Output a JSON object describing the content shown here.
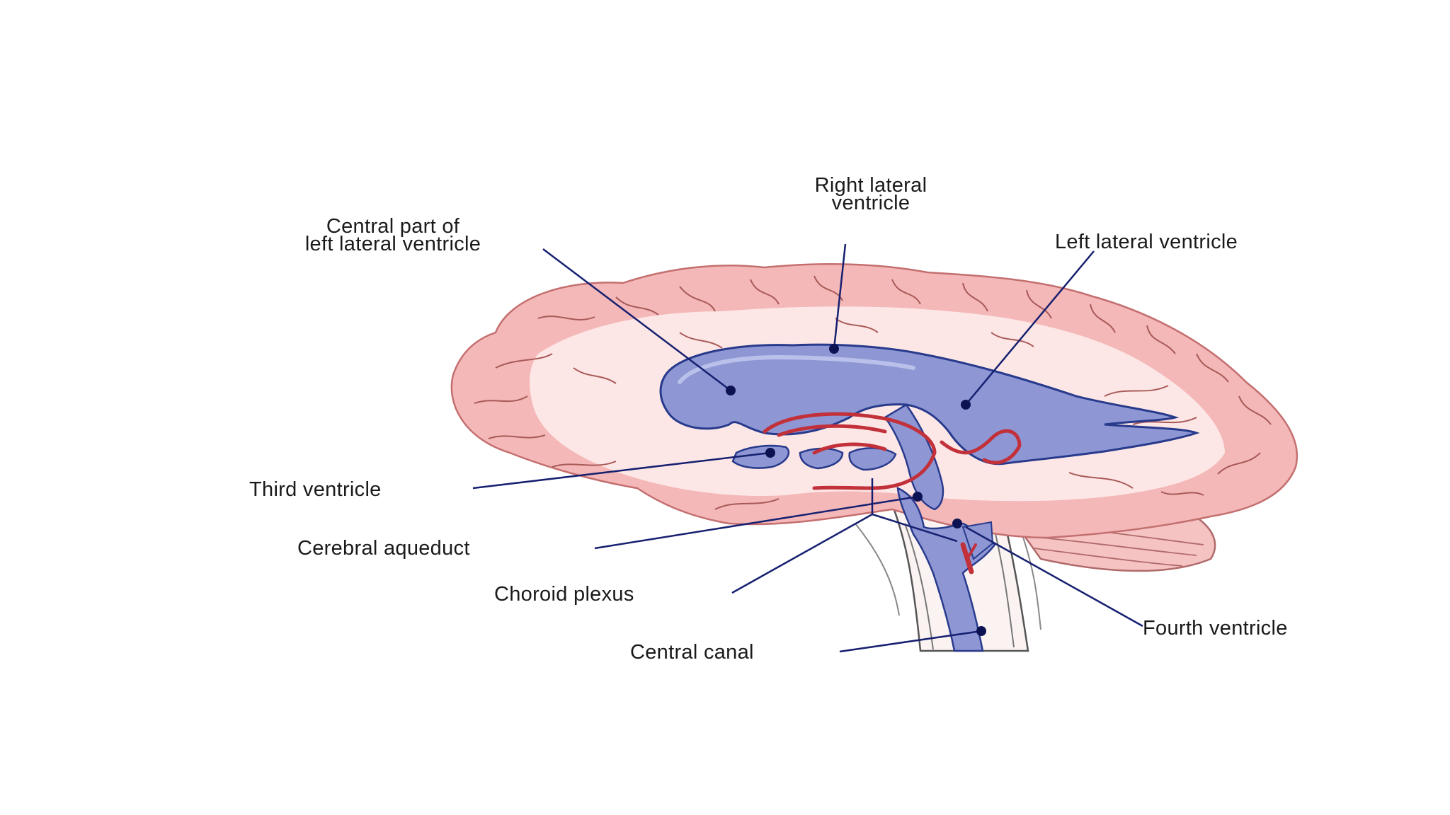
{
  "colors": {
    "background": "#ffffff",
    "brain_cortex": "#f4b8b8",
    "brain_gyri_lines": "#b0706e",
    "brain_inner": "#fde7e6",
    "ventricle_fill": "#8e97d4",
    "ventricle_outline": "#283a8c",
    "choroid_plexus": "#c2303a",
    "leader_line": "#162070",
    "marker_dot": "#0d1252"
  },
  "labels": {
    "right_lateral": [
      "Right lateral",
      "ventricle"
    ],
    "central_part": [
      "Central part of",
      "left lateral ventricle"
    ],
    "left_lateral": "Left lateral ventricle",
    "third_ventricle": "Third ventricle",
    "cerebral_aqueduct": "Cerebral aqueduct",
    "choroid_plexus": "Choroid plexus",
    "central_canal": "Central canal",
    "fourth_ventricle": "Fourth ventricle"
  }
}
